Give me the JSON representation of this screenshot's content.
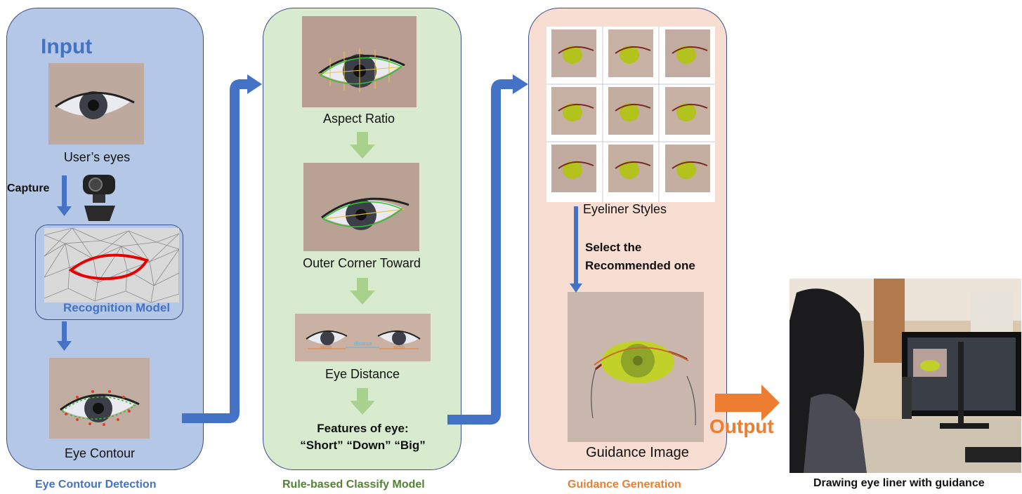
{
  "panel1": {
    "title": "Input",
    "user_eyes_label": "User’s eyes",
    "capture_label": "Capture",
    "recognition_label": "Recognition Model",
    "eye_contour_label": "Eye Contour",
    "caption": "Eye Contour Detection"
  },
  "panel2": {
    "aspect_ratio_label": "Aspect Ratio",
    "outer_corner_label": "Outer Corner Toward",
    "eye_distance_label": "Eye Distance",
    "width_left": "width",
    "distance_label": "distance",
    "width_right": "width",
    "features_line1": "Features of eye:",
    "features_line2": "“Short” “Down” “Big”",
    "caption": "Rule-based  Classify Model"
  },
  "panel3": {
    "styles_label": "Eyeliner Styles",
    "select_line1": "Select the",
    "select_line2": "Recommended one",
    "guidance_image_label": "Guidance Image",
    "caption": "Guidance Generation"
  },
  "output": {
    "label": "Output",
    "caption": "Drawing eye liner with guidance"
  },
  "colors": {
    "panel1_bg": "#b4c7e7",
    "panel2_bg": "#d8ebcf",
    "panel3_bg": "#f8ded2",
    "blue_text": "#4472c4",
    "green_text": "#548235",
    "orange_text": "#ed7d31",
    "blue_arrow": "#4472c4",
    "green_arrow": "#a9d18e",
    "orange_arrow": "#ed7d31"
  }
}
